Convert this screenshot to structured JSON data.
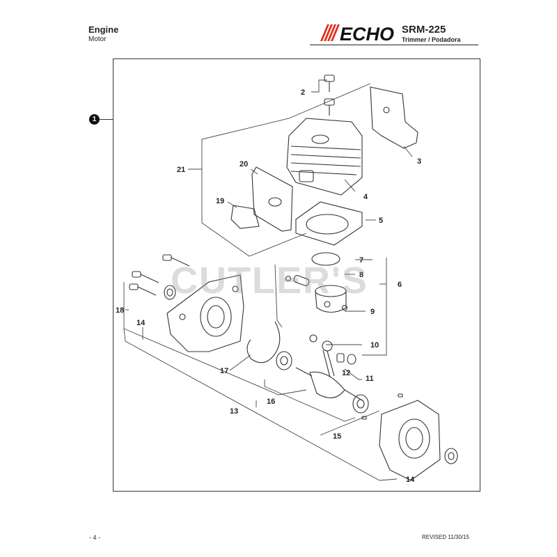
{
  "header": {
    "title": "Engine",
    "subtitle": "Motor",
    "brand": "ECHO",
    "model": "SRM-225",
    "model_subtitle": "Trimmer / Podadora"
  },
  "ref_badge": "1",
  "watermark": "CUTLER'S",
  "footer": {
    "page_number": "- 4 -",
    "revised": "REVISED 11/30/15"
  },
  "colors": {
    "brand_red": "#e0301e",
    "line": "#333333",
    "badge": "#111111"
  },
  "callouts": {
    "c2": "2",
    "c3": "3",
    "c4": "4",
    "c5": "5",
    "c6": "6",
    "c7": "7",
    "c8": "8",
    "c9": "9",
    "c10": "10",
    "c11": "11",
    "c12": "12",
    "c13": "13",
    "c14a": "14",
    "c14b": "14",
    "c15": "15",
    "c16": "16",
    "c17": "17",
    "c18": "18",
    "c19": "19",
    "c20": "20",
    "c21": "21"
  }
}
